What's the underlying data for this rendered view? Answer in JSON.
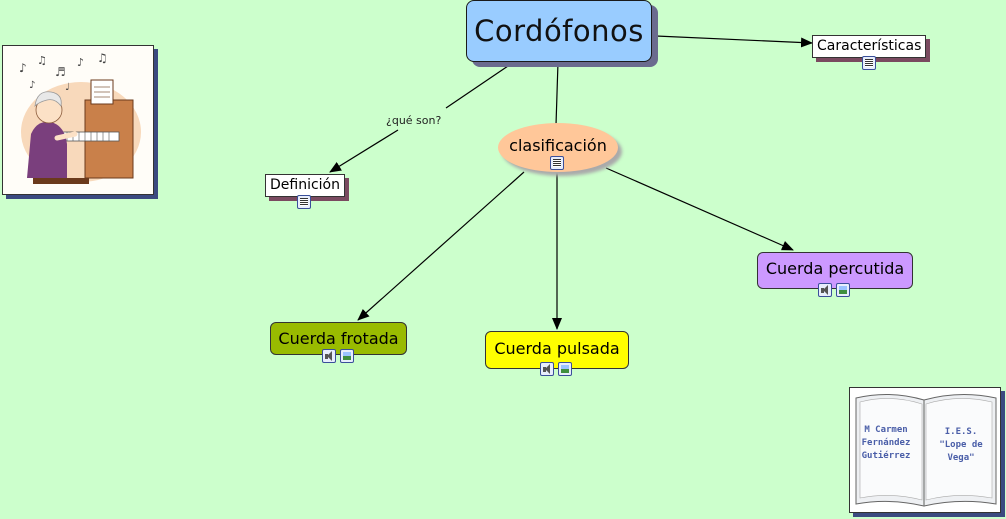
{
  "map": {
    "title": "Cordófonos",
    "caracteristicas": "Características",
    "definicion": "Definición",
    "question_link": "¿qué son?",
    "clasificacion": "clasificación",
    "frotada": "Cuerda frotada",
    "pulsada": "Cuerda pulsada",
    "percutida": "Cuerda percutida"
  },
  "icons": {
    "document": "document-icon",
    "audio": "speaker-icon",
    "image": "image-icon"
  },
  "colors": {
    "background": "#ccffcc",
    "title_node": "#99ccff",
    "clasificacion_node": "#ffc799",
    "frotada_node": "#99bb00",
    "pulsada_node": "#ffff00",
    "percutida_node": "#cc99ff"
  },
  "credits": {
    "author": "M Carmen\nFernández\nGutiérrez",
    "school": "I.E.S.\n\"Lope de\nVega\""
  }
}
